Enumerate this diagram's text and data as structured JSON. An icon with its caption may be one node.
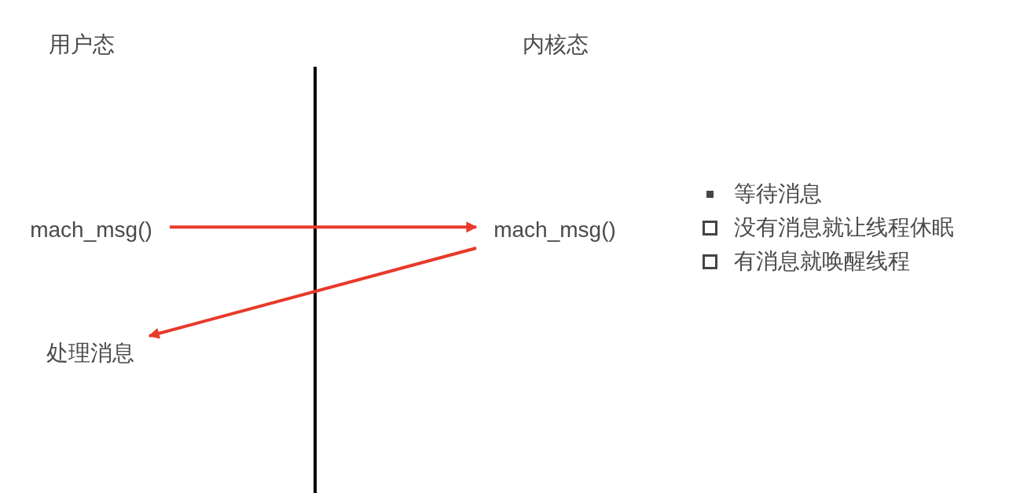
{
  "diagram": {
    "nodes": [
      {
        "text": [
          "mach_msg()"
        ]
      },
      {
        "text": [
          "mach_msg()"
        ]
      },
      {
        "text": [
          "处理消息"
        ]
      }
    ],
    "edges": [
      {
        "from": 0,
        "to": 1,
        "arrow": "to"
      },
      {
        "from": 1,
        "to": 2,
        "arrow": "to"
      }
    ],
    "labels": [
      "用户态",
      "内核态",
      "等待消息",
      "没有消息就让线程休眠",
      "有消息就唤醒线程"
    ]
  }
}
